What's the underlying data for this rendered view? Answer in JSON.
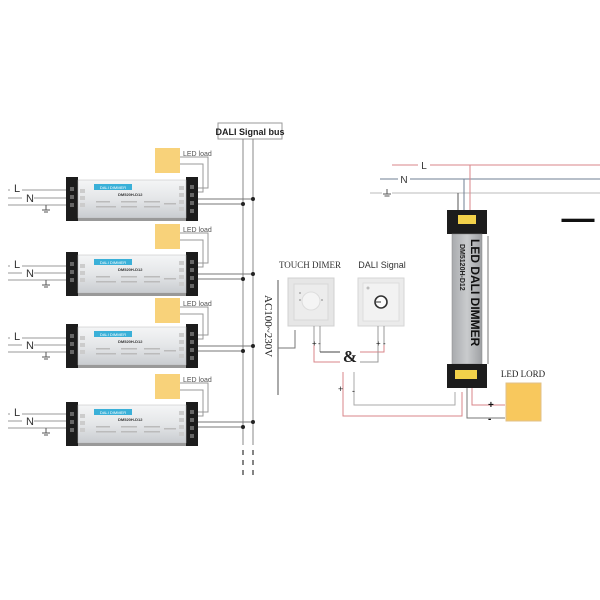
{
  "left": {
    "bus_label": "DALI Signal bus",
    "ac_label": "AC100~230V",
    "units": [
      {
        "line_label": "L",
        "neutral_label": "N",
        "load_label": "LED load",
        "badge": "DALI DIMMER",
        "model": "DM520H-D12"
      },
      {
        "line_label": "L",
        "neutral_label": "N",
        "load_label": "LED load",
        "badge": "DALI DIMMER",
        "model": "DM520H-D12"
      },
      {
        "line_label": "L",
        "neutral_label": "N",
        "load_label": "LED load",
        "badge": "DALI DIMMER",
        "model": "DM520H-D12"
      },
      {
        "line_label": "L",
        "neutral_label": "N",
        "load_label": "LED load",
        "badge": "DALI DIMMER",
        "model": "DM520H-D12"
      }
    ]
  },
  "middle": {
    "touch_dimmer_label": "TOUCH DIMER",
    "dali_signal_label": "DALI Signal",
    "ampersand": "&",
    "plus": "+",
    "minus": "-"
  },
  "right": {
    "line_label": "L",
    "neutral_label": "N",
    "device_title": "LED DALI DIMMER",
    "device_model": "DM5120H-D12",
    "load_label": "LED LORD",
    "plus": "+",
    "minus": "-",
    "continuation": "▬▬▬"
  },
  "colors": {
    "load": "#f8d27a",
    "badge": "#3ab0d8",
    "line_red": "#d9868a",
    "neutral": "#6f7f93",
    "wire_gray": "#a8a8a8",
    "terminal": "#f2d14a"
  }
}
